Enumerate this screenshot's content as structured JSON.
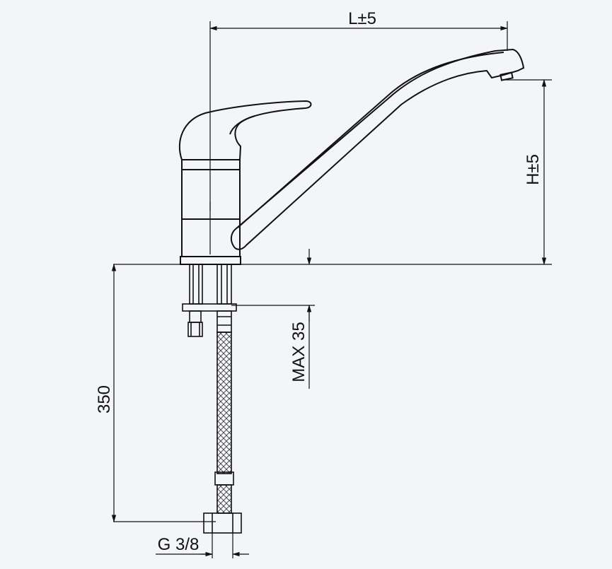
{
  "labels": {
    "length": "L±5",
    "height": "H±5",
    "hose_length": "350",
    "max_thickness": "MAX 35",
    "thread": "G 3/8"
  },
  "colors": {
    "background": "#f3f5f8",
    "line": "#111111"
  }
}
